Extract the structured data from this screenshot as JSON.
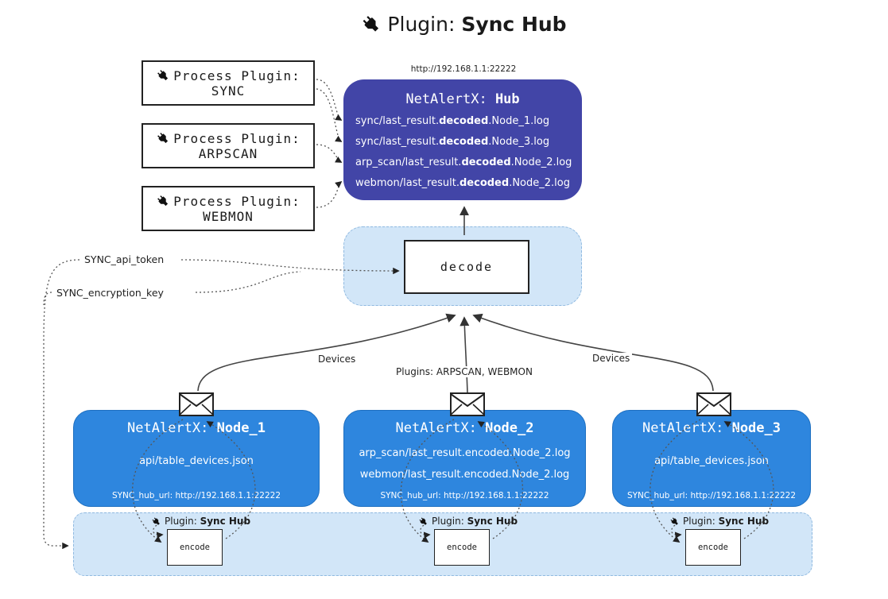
{
  "colors": {
    "hub_fill": "#4245a7",
    "node_fill": "#2e86de",
    "panel_fill": "#d2e6f8",
    "panel_border": "#8fb9e0"
  },
  "title": {
    "prefix": "Plugin: ",
    "bold": "Sync Hub"
  },
  "hub": {
    "url": "http://192.168.1.1:22222",
    "name_prefix": "NetAlertX: ",
    "name_bold": "Hub",
    "lines": [
      {
        "pre": "sync/last_result.",
        "bold": "decoded",
        "post": ".Node_1.log"
      },
      {
        "pre": "sync/last_result.",
        "bold": "decoded",
        "post": ".Node_3.log"
      },
      {
        "pre": "arp_scan/last_result.",
        "bold": "decoded",
        "post": ".Node_2.log"
      },
      {
        "pre": "webmon/last_result.",
        "bold": "decoded",
        "post": ".Node_2.log"
      }
    ]
  },
  "process_plugins": [
    {
      "title": "Process Plugin:",
      "name": "SYNC"
    },
    {
      "title": "Process Plugin:",
      "name": "ARPSCAN"
    },
    {
      "title": "Process Plugin:",
      "name": "WEBMON"
    }
  ],
  "decode": {
    "label": "decode"
  },
  "settings": {
    "api_token": "SYNC_api_token",
    "encryption_key": "SYNC_encryption_key"
  },
  "edge_labels": {
    "left": "Devices",
    "middle": "Plugins: ARPSCAN, WEBMON",
    "right": "Devices"
  },
  "nodes": [
    {
      "name_prefix": "NetAlertX: ",
      "name_bold": "Node_1",
      "files": [
        "api/table_devices.json"
      ],
      "hub_url": "SYNC_hub_url: http://192.168.1.1:22222"
    },
    {
      "name_prefix": "NetAlertX: ",
      "name_bold": "Node_2",
      "files": [
        "arp_scan/last_result.encoded.Node_2.log",
        "webmon/last_result.encoded.Node_2.log"
      ],
      "hub_url": "SYNC_hub_url: http://192.168.1.1:22222"
    },
    {
      "name_prefix": "NetAlertX: ",
      "name_bold": "Node_3",
      "files": [
        "api/table_devices.json"
      ],
      "hub_url": "SYNC_hub_url: http://192.168.1.1:22222"
    }
  ],
  "encoders": [
    {
      "plugin_prefix": "Plugin: ",
      "plugin_bold": "Sync Hub",
      "label": "encode"
    },
    {
      "plugin_prefix": "Plugin: ",
      "plugin_bold": "Sync Hub",
      "label": "encode"
    },
    {
      "plugin_prefix": "Plugin: ",
      "plugin_bold": "Sync Hub",
      "label": "encode"
    }
  ]
}
